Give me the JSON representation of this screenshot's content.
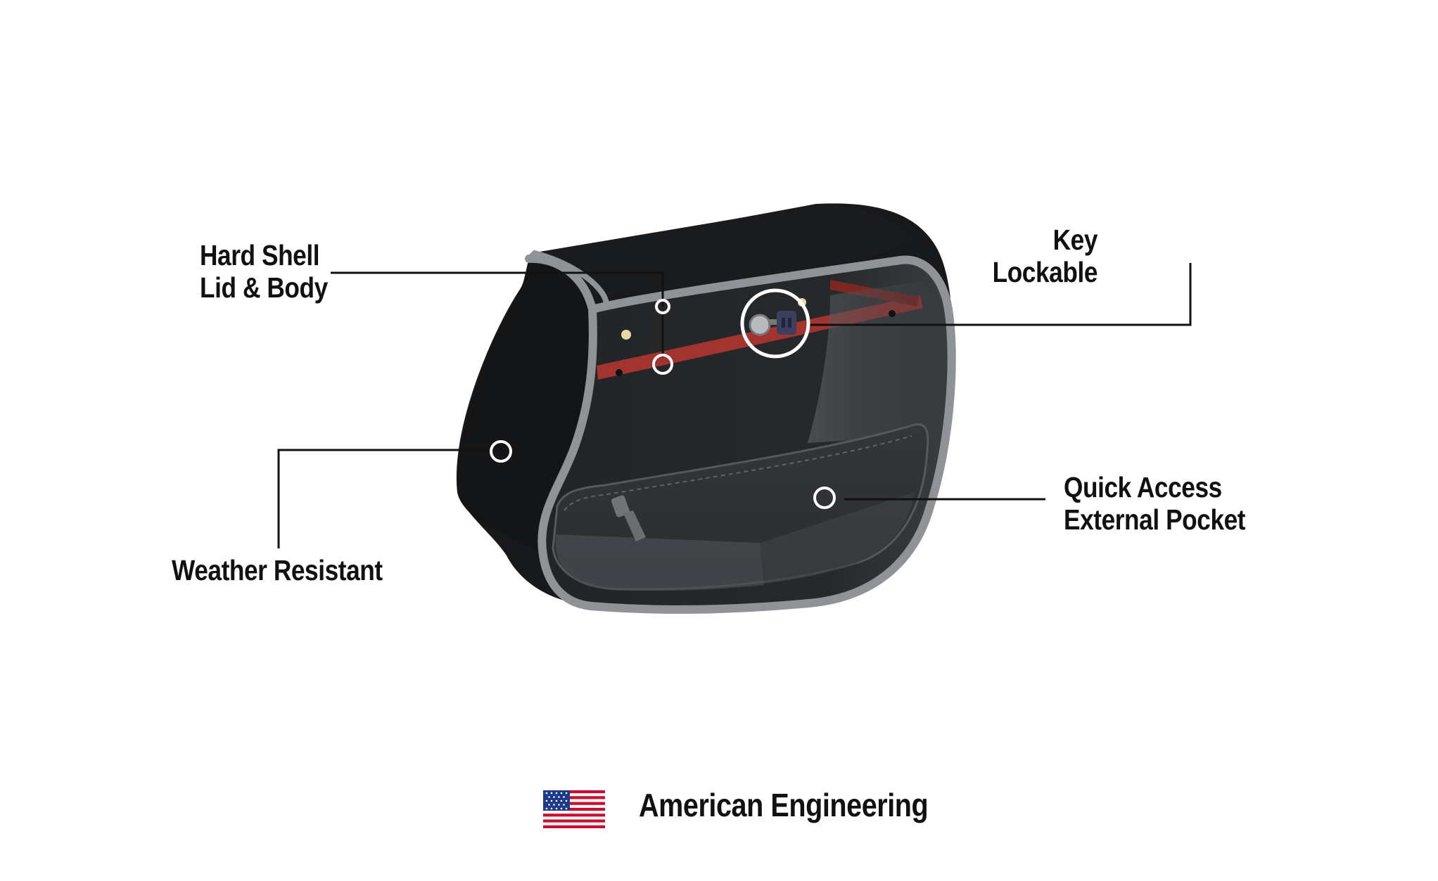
{
  "callouts": {
    "hard_shell": "Hard Shell\nLid & Body",
    "key_lockable": "Key Lockable",
    "weather_resistant": "Weather Resistant",
    "quick_access_pocket": "Quick Access\nExternal Pocket"
  },
  "footer": {
    "label": "American Engineering",
    "flag_icon": "us-flag-icon"
  },
  "colors": {
    "body": "#1f2123",
    "trim": "#8f9296",
    "accent_red": "#a3332e",
    "leader": "#111111"
  }
}
